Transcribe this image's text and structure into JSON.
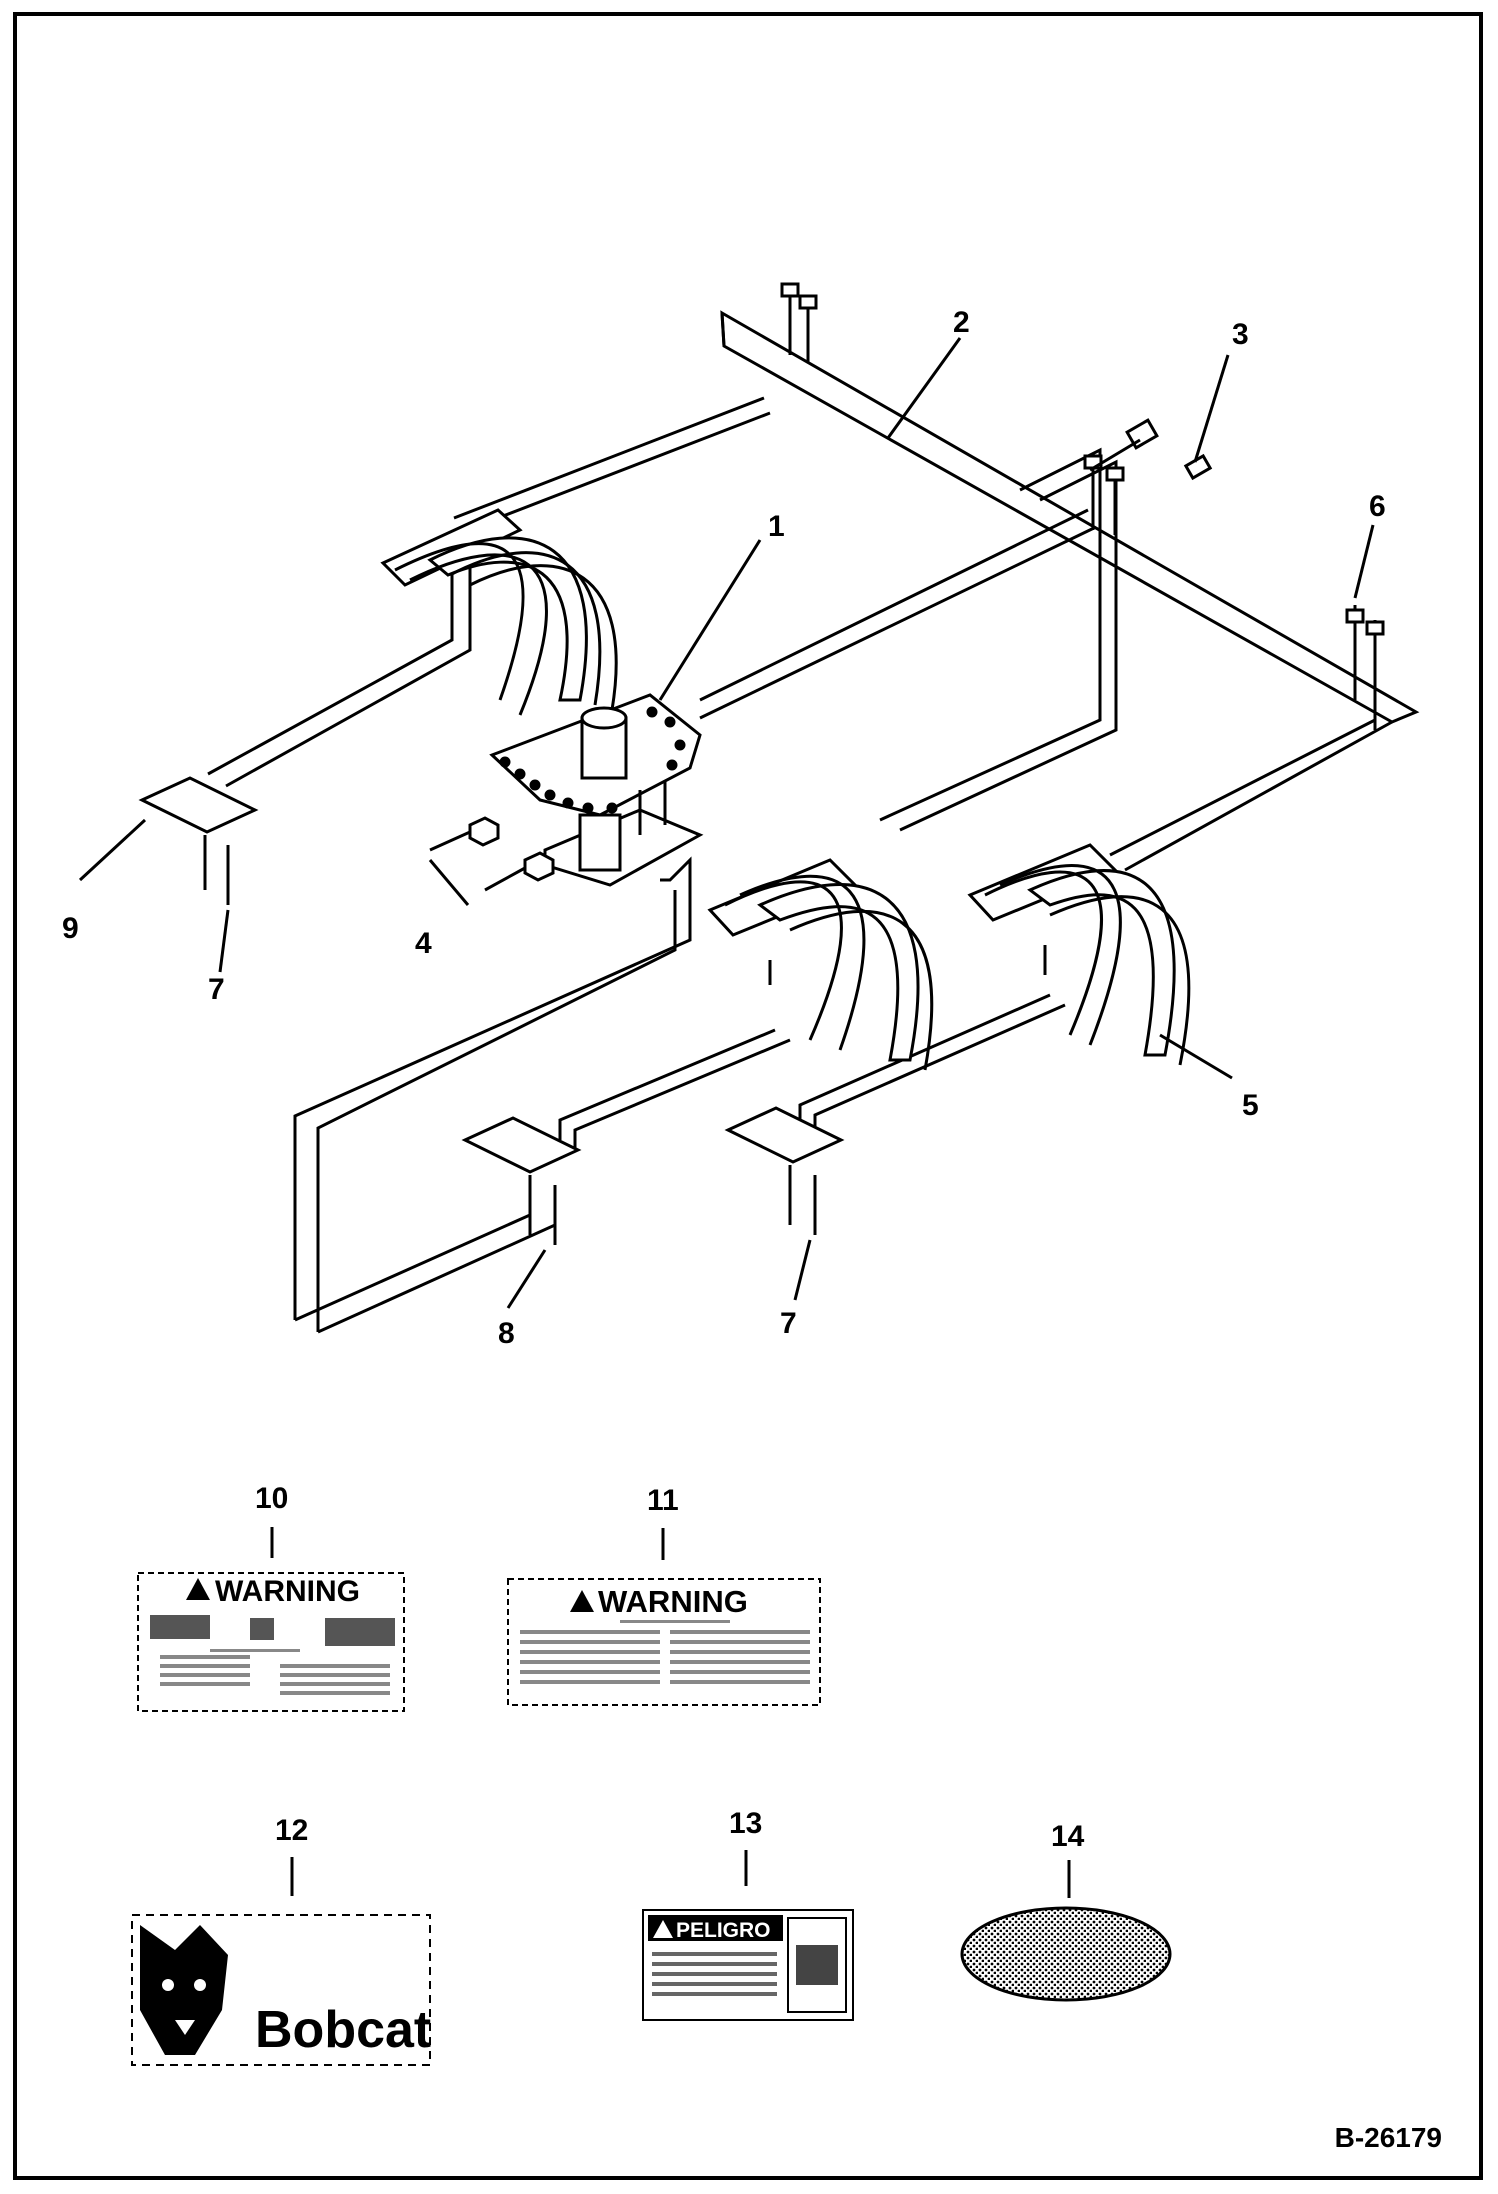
{
  "diagram": {
    "drawing_number": "B-26179",
    "callouts": [
      "1",
      "2",
      "3",
      "4",
      "5",
      "6",
      "7",
      "8",
      "9",
      "10",
      "11",
      "12",
      "13",
      "14"
    ],
    "decals": {
      "warning_10_title": "WARNING",
      "warning_11_title": "WARNING",
      "danger_13_title": "PELIGRO",
      "logo_12_text": "Bobcat"
    },
    "icons": {
      "warning_symbol": "warning-triangle-icon",
      "logo_symbol": "bobcat-head-icon",
      "reflector": "oval-reflector-icon"
    }
  }
}
